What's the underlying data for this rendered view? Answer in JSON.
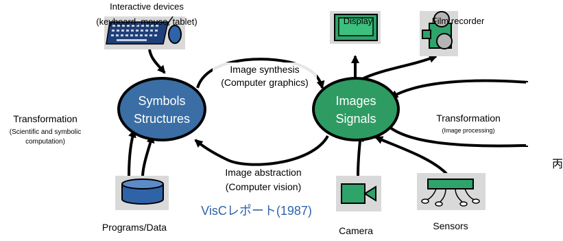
{
  "nodes": {
    "symbols": {
      "line1": "Symbols",
      "line2": "Structures"
    },
    "images": {
      "line1": "Images",
      "line2": "Signals"
    }
  },
  "labels": {
    "interactive_devices": {
      "line1": "Interactive devices",
      "line2": "(keyboard, mouse, tablet)"
    },
    "display": "Display",
    "film_recorder": "Film recorder",
    "image_synthesis": {
      "line1": "Image synthesis",
      "line2": "(Computer graphics)"
    },
    "image_abstraction": {
      "line1": "Image abstraction",
      "line2": "(Computer vision)"
    },
    "transformation_left": {
      "title": "Transformation",
      "sub1": "(Scientific and symbolic",
      "sub2": "computation)"
    },
    "transformation_right": {
      "title": "Transformation",
      "sub": "(Image processing)"
    },
    "citation": "VisCレポート(1987)",
    "programs_data": "Programs/Data",
    "camera": "Camera",
    "sensors": "Sensors",
    "edge_glyph": "丙"
  },
  "colors": {
    "symbols_fill": "#3a6ea5",
    "images_fill": "#2e9b62",
    "device_green": "#2ea36a",
    "keyboard_blue": "#1f3f7a",
    "citation_blue": "#2f63a8",
    "frame_gray": "#d9d9d9"
  },
  "icons": [
    "keyboard-icon",
    "mouse-icon",
    "display-icon",
    "film-recorder-icon",
    "database-icon",
    "camera-icon",
    "sensors-icon"
  ]
}
